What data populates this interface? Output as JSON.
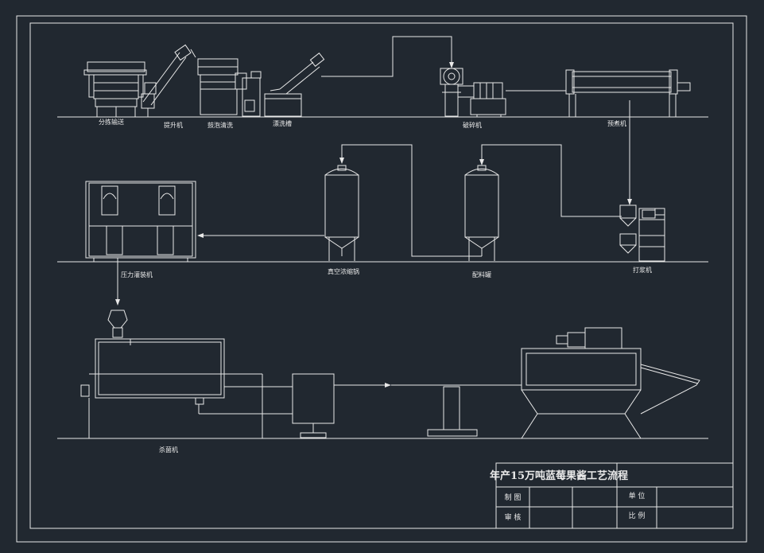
{
  "drawing": {
    "title": "年产15万吨蓝莓果酱工艺流程"
  },
  "title_block": {
    "drawn_by_label": "制 图",
    "reviewed_by_label": "审 核",
    "unit_label": "单 位",
    "scale_label": "比 例"
  },
  "equipment": {
    "sorting_table": "分拣输送",
    "elevator": "提升机",
    "bubble_washer": "鼓泡清洗",
    "rinse_tank": "漂洗槽",
    "crusher": "破碎机",
    "preheater": "预煮机",
    "pulper": "打浆机",
    "mixing_tank": "配料罐",
    "vacuum_concentrator": "真空浓缩锅",
    "filling_machine": "压力灌装机",
    "sterilizer": "杀菌机"
  },
  "colors": {
    "background": "#212830",
    "line": "#e8e8e8"
  }
}
